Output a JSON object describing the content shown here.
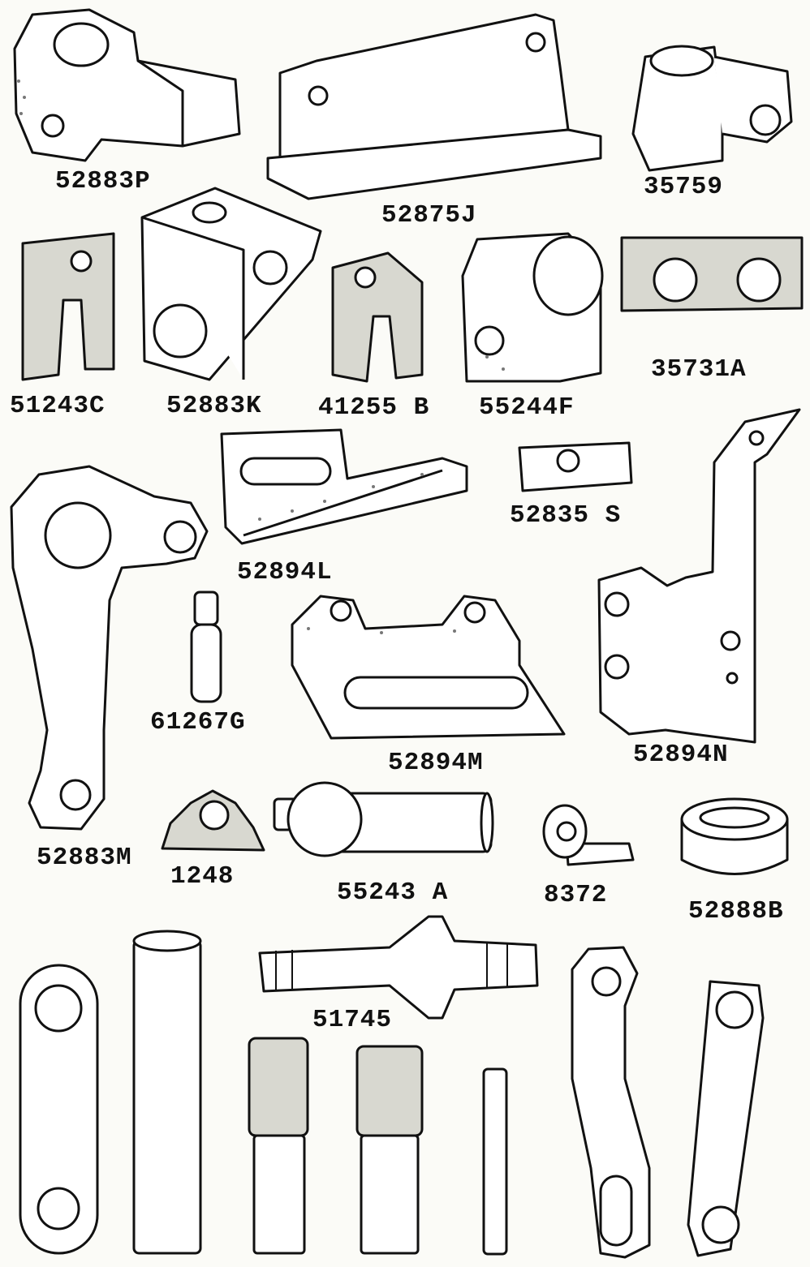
{
  "parts": [
    {
      "id": "p1",
      "label": "52883P"
    },
    {
      "id": "p2",
      "label": "52875J"
    },
    {
      "id": "p3",
      "label": "35759"
    },
    {
      "id": "p4",
      "label": "51243C"
    },
    {
      "id": "p5",
      "label": "52883K"
    },
    {
      "id": "p6",
      "label": "41255 B"
    },
    {
      "id": "p7",
      "label": "55244F"
    },
    {
      "id": "p8",
      "label": "35731A"
    },
    {
      "id": "p9",
      "label": "52894L"
    },
    {
      "id": "p10",
      "label": "52835 S"
    },
    {
      "id": "p11",
      "label": "61267G"
    },
    {
      "id": "p12",
      "label": "52894M"
    },
    {
      "id": "p13",
      "label": "52894N"
    },
    {
      "id": "p14",
      "label": "52883M"
    },
    {
      "id": "p15",
      "label": "1248"
    },
    {
      "id": "p16",
      "label": "55243 A"
    },
    {
      "id": "p17",
      "label": "8372"
    },
    {
      "id": "p18",
      "label": "52888B"
    },
    {
      "id": "p19",
      "label": "51745"
    }
  ],
  "icons": [
    "bracket-block",
    "angle-plate",
    "clamp-block",
    "slotted-block",
    "square-block",
    "forked-block",
    "split-collar",
    "bar-block",
    "blade-plate",
    "small-block",
    "pin",
    "notched-plate",
    "bent-bracket",
    "lever-arm",
    "saddle-clip",
    "ball-stud",
    "eccentric-nut",
    "set-collar",
    "threaded-stud",
    "link",
    "rod",
    "knurled-pin",
    "bent-link"
  ]
}
